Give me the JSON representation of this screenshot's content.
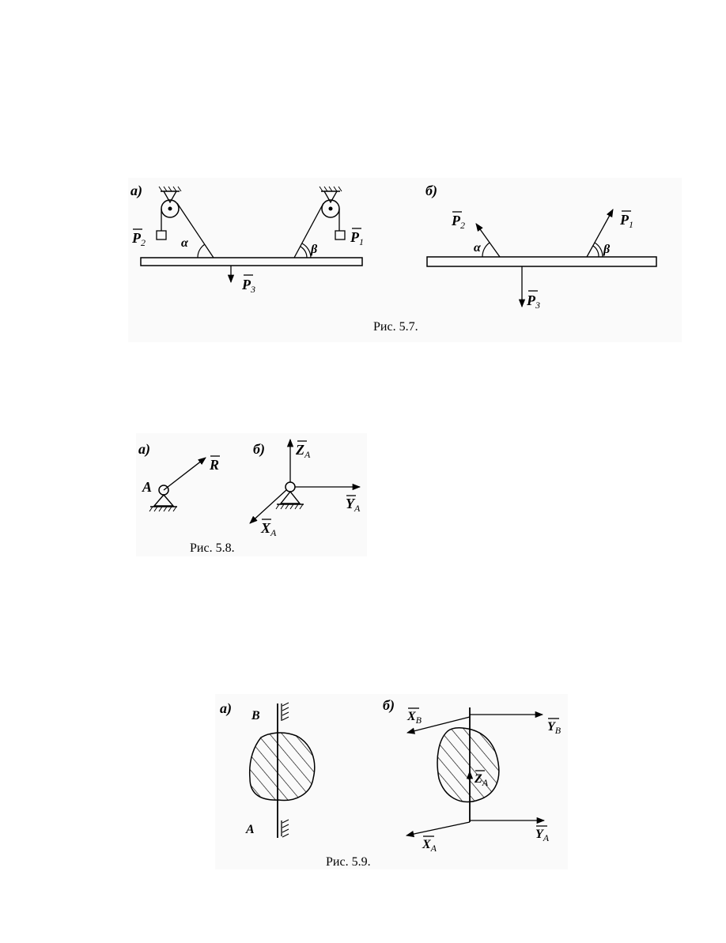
{
  "figure_5_7": {
    "panel_a": "а)",
    "panel_b": "б)",
    "alpha": "α",
    "beta": "β",
    "P1": "P",
    "P1_sub": "1",
    "P2": "P",
    "P2_sub": "2",
    "P3": "P",
    "P3_sub": "3",
    "caption": "Рис. 5.7."
  },
  "figure_5_8": {
    "panel_a": "а)",
    "panel_b": "б)",
    "A": "A",
    "R": "R",
    "Z": "Z",
    "Z_sub": "A",
    "Y": "Y",
    "Y_sub": "A",
    "X": "X",
    "X_sub": "A",
    "caption": "Рис. 5.8."
  },
  "figure_5_9": {
    "panel_a": "а)",
    "panel_b": "б)",
    "B": "B",
    "A": "A",
    "XB": "X",
    "XB_sub": "B",
    "YB": "Y",
    "YB_sub": "B",
    "ZA": "Z",
    "ZA_sub": "A",
    "XA": "X",
    "XA_sub": "A",
    "YA": "Y",
    "YA_sub": "A",
    "caption": "Рис. 5.9."
  }
}
